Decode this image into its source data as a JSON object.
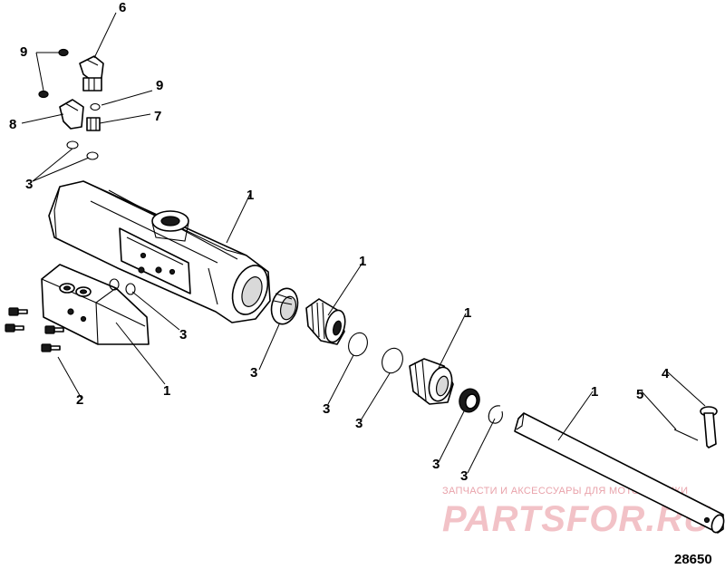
{
  "callouts": [
    "6",
    "9",
    "9",
    "8",
    "7",
    "3",
    "1",
    "3",
    "1",
    "2",
    "1",
    "3",
    "3",
    "3",
    "1",
    "3",
    "3",
    "1",
    "4",
    "5"
  ],
  "watermark": {
    "tagline": "ЗАПЧАСТИ И АКСЕССУАРЫ ДЛЯ МОТОТЕХНИКИ",
    "brand": "PARTSFOR.RU"
  },
  "diagram_number": "28650",
  "colors": {
    "ink": "#000000",
    "watermark": "#e9a3ab"
  }
}
